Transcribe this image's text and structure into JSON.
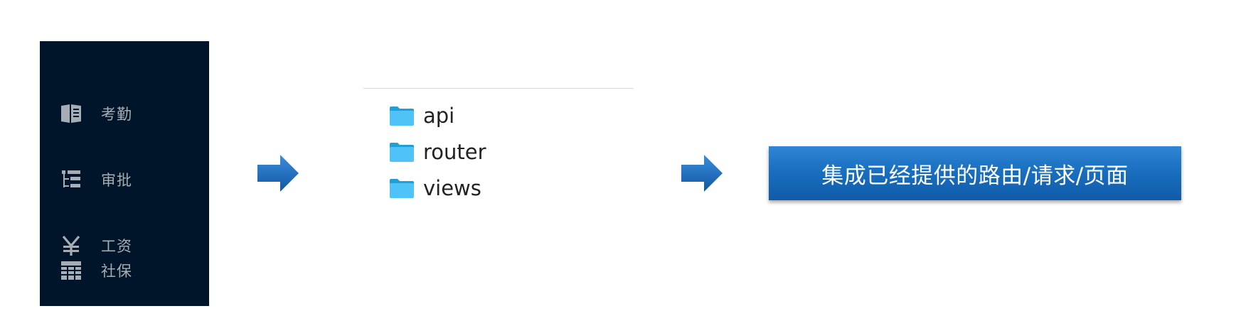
{
  "sidebar": {
    "items": [
      {
        "label": "考勤",
        "icon": "book-icon"
      },
      {
        "label": "审批",
        "icon": "tree-list-icon"
      },
      {
        "label": "工资",
        "icon": "yen-icon"
      },
      {
        "label": "社保",
        "icon": "table-icon"
      }
    ],
    "background": "#001529",
    "text_color": "#a6adb4"
  },
  "files": {
    "folders": [
      {
        "name": "api"
      },
      {
        "name": "router"
      },
      {
        "name": "views"
      }
    ],
    "folder_color": "#4fc3f7"
  },
  "banner": {
    "text": "集成已经提供的路由/请求/页面",
    "color": "#1a6fc0"
  },
  "arrow_color": "#1f6fc4"
}
